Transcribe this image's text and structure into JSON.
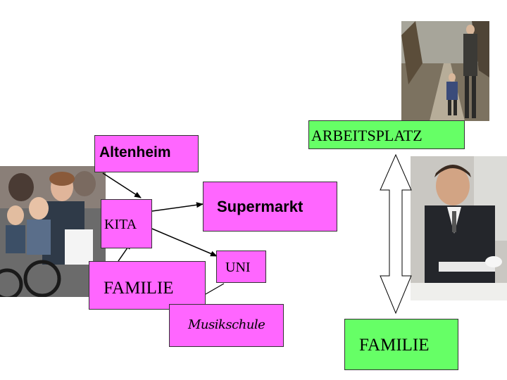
{
  "boxes": {
    "altenheim": "Altenheim",
    "kita": "KITA",
    "familie_left": "FAMILIE",
    "supermarkt": "Supermarkt",
    "uni": "UNI",
    "musikschule": "Musikschule",
    "arbeitsplatz": "ARBEITSPLATZ",
    "familie_right": "FAMILIE"
  },
  "colors": {
    "pink_box": "#ff66ff",
    "green_box": "#66ff66"
  },
  "photos": [
    "family-on-bicycle-photo",
    "walking-path-photo",
    "businessman-photo"
  ]
}
